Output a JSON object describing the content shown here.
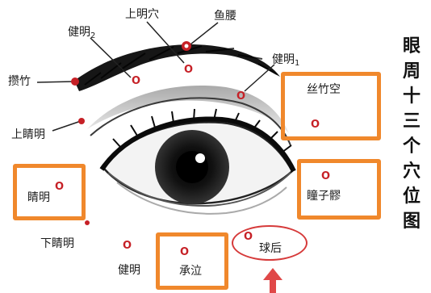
{
  "title": "眼周十三个穴位图",
  "title_chars": [
    "眼",
    "周",
    "十",
    "三",
    "个",
    "穴",
    "位",
    "图"
  ],
  "labels": {
    "zanzhu": "攒竹",
    "jianming2": "健明",
    "jianming2_sub": "2",
    "shangmingxue": "上明穴",
    "yuyao": "鱼腰",
    "jianming1": "健明",
    "jianming1_sub": "1",
    "shangjingming": "上睛明",
    "sizhukong": "丝竹空",
    "jingming": "睛明",
    "tongziliao": "瞳子髎",
    "xiajingming": "下睛明",
    "jianming": "健明",
    "chengqi": "承泣",
    "qiuhou": "球后"
  },
  "colors": {
    "highlight_box": "#f0882c",
    "point": "#c62026",
    "ellipse": "#d63a3a",
    "arrow": "#e04848"
  }
}
